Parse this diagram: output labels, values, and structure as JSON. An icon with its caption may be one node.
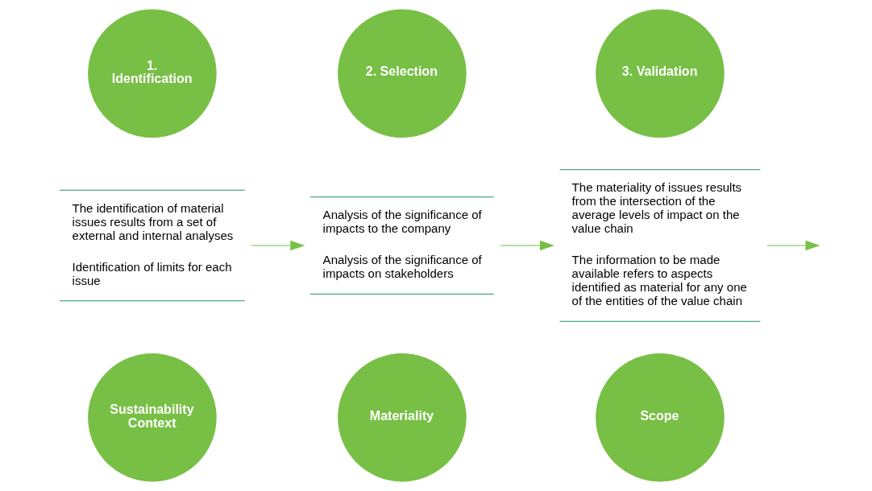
{
  "diagram": {
    "nodes": [
      {
        "text": [
          "1. Identification"
        ]
      },
      {
        "text": [
          "The identification of material issues results from a set of external and internal analyses",
          "Identification of limits for each issue"
        ]
      },
      {
        "text": [
          "Sustainability Context"
        ]
      },
      {
        "text": [
          "2. Selection"
        ]
      },
      {
        "text": [
          "Analysis of the significance of impacts to the company",
          "Analysis of the significance of impacts on stakeholders"
        ]
      },
      {
        "text": [
          "Materiality"
        ]
      },
      {
        "text": [
          "3. Validation"
        ]
      },
      {
        "text": [
          "The materiality of issues results from the intersection of the average levels of impact on the value chain",
          "The information to be made available refers to aspects identified as material for any one of the entities of the value chain"
        ]
      },
      {
        "text": [
          "Scope"
        ]
      }
    ],
    "edges": [
      {
        "from": 1,
        "to": 4,
        "arrow": "to"
      },
      {
        "from": 4,
        "to": 7,
        "arrow": "to"
      },
      {
        "from": 7,
        "to": null,
        "arrow": "to"
      }
    ]
  }
}
